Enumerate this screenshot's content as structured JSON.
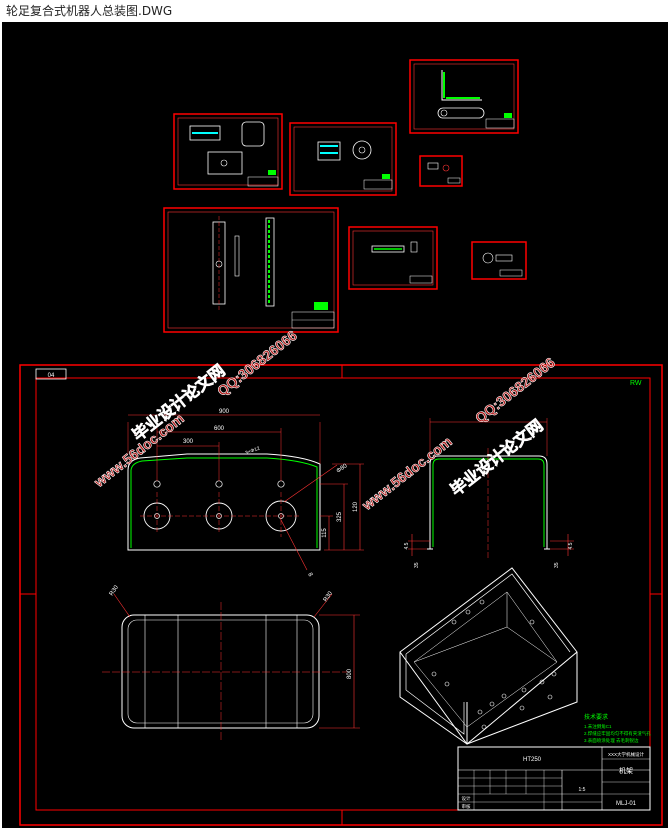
{
  "window": {
    "title": "轮足复合式机器人总装图.DWG"
  },
  "colors": {
    "background": "#000000",
    "frame": "#ff0000",
    "geometry": "#ffffff",
    "hatch": "#00ff00",
    "dimension": "#ff3333",
    "note": "#00ff00",
    "watermark": "#b01a1a"
  },
  "drawing": {
    "tag": "04",
    "corner_code": "RW",
    "dimensions": {
      "top_overall": "900",
      "top_mid": "600",
      "top_small": "300",
      "top_slot": "3×Φ12",
      "right_height": "120",
      "right_sub": "325",
      "right_sub2": "115",
      "hole_dia": "Φ80",
      "hole_leader": "8",
      "side_left": "4.5",
      "side_right": "4.5",
      "side_bottom_left": "35",
      "side_bottom_right": "35",
      "plan_height": "800",
      "plan_corner_left": "R30",
      "plan_corner_right": "R30"
    },
    "notes": {
      "title": "技术要求",
      "line1": "1.未注倒角C1",
      "line2": "2.焊缝应牢固均匀不得有夹渣气孔",
      "line3": "3.表面喷涂处理 去毛刺锐边"
    },
    "title_block": {
      "part_code": "HT250",
      "school": "XXX大学机械设计",
      "part_name": "机架",
      "drawing_no": "MLJ-01",
      "scale": "1:5",
      "designer_label": "设计",
      "check_label": "审核"
    }
  },
  "watermarks": {
    "w1": "毕业设计论文网",
    "w2": "www.56doc.com",
    "w3": "QQ:306826066"
  }
}
